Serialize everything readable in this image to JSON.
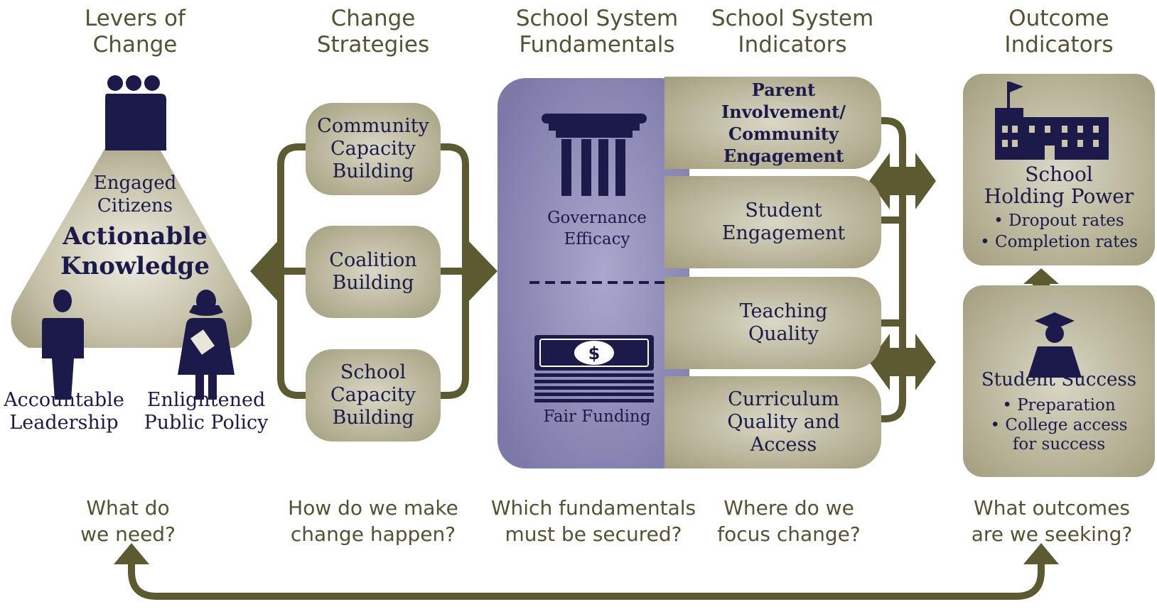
{
  "columns": {
    "levers": {
      "title": "Levers of\nChange",
      "question": "What do\nwe need?"
    },
    "strategies": {
      "title": "Change\nStrategies",
      "question": "How do we make\nchange happen?"
    },
    "fundamentals": {
      "title": "School System\nFundamentals",
      "question": "Which fundamentals\nmust be secured?"
    },
    "indicators": {
      "title": "School System\nIndicators",
      "question": "Where do we\nfocus change?"
    },
    "outcomes": {
      "title": "Outcome\nIndicators",
      "question": "What outcomes\nare we seeking?"
    }
  },
  "levers": {
    "engaged": "Engaged\nCitizens",
    "actionable": "Actionable\nKnowledge",
    "accountable": "Accountable\nLeadership",
    "enlightened": "Enlightened\nPublic Policy"
  },
  "strategies": [
    "Community\nCapacity\nBuilding",
    "Coalition\nBuilding",
    "School\nCapacity\nBuilding"
  ],
  "fundamentals": {
    "governance": "Governance\nEfficacy",
    "funding": "Fair Funding"
  },
  "indicators": [
    "Parent\nInvolvement/\nCommunity\nEngagement",
    "Student\nEngagement",
    "Teaching\nQuality",
    "Curriculum\nQuality and\nAccess"
  ],
  "outcomes": {
    "holding": {
      "title": "School\nHolding Power",
      "bullets": [
        "• Dropout rates",
        "• Completion rates"
      ]
    },
    "success": {
      "title": "Student Success",
      "bullets": [
        "• Preparation",
        "• College access\nfor success"
      ]
    }
  },
  "colors": {
    "olive": "#5b5a30",
    "navy": "#1c1a4a",
    "lavender": "#8f8cb8",
    "tan": "#b3af92"
  }
}
